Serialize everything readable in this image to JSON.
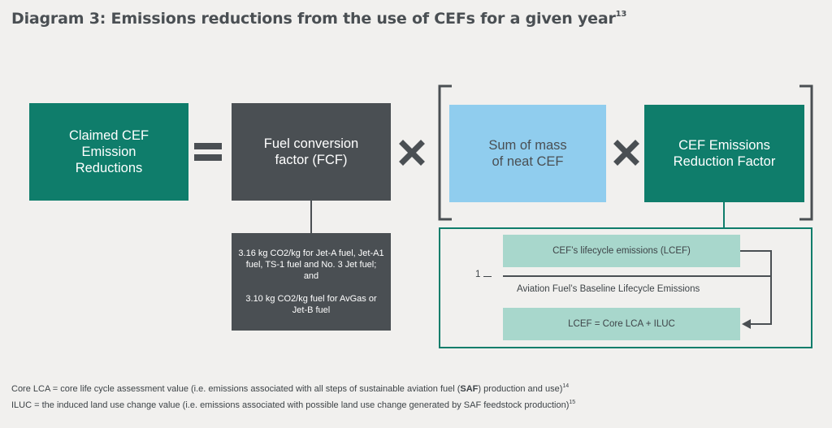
{
  "title": {
    "text": "Diagram 3: Emissions reductions from the use of CEFs for a given year",
    "ref": "13"
  },
  "boxes": {
    "claimed": "Claimed CEF Emission Reductions",
    "fcf": "Fuel conversion factor (FCF)",
    "sum_mass": "Sum of mass of neat CEF",
    "reduction_factor": "CEF Emissions Reduction Factor"
  },
  "fcf_note": {
    "line1": "3.16 kg CO2/kg for Jet-A fuel, Jet-A1 fuel, TS-1 fuel and No. 3 Jet fuel; and",
    "line2": "3.10 kg CO2/kg fuel for AvGas or Jet-B fuel"
  },
  "formula": {
    "one": "1",
    "numerator": "CEF’s lifecycle emissions (LCEF)",
    "denominator": "Aviation Fuel’s Baseline Lifecycle Emissions",
    "definition": "LCEF = Core LCA + ILUC"
  },
  "footer": {
    "core_prefix": "Core LCA = core life cycle assessment value (i.e. emissions associated with all steps of sustainable aviation fuel (",
    "core_bold": "SAF",
    "core_suffix": ") production and use)",
    "core_ref": "14",
    "iluc_text": "ILUC = the induced land use change value (i.e. emissions associated with possible land use change generated by SAF feedstock production)",
    "iluc_ref": "15"
  }
}
